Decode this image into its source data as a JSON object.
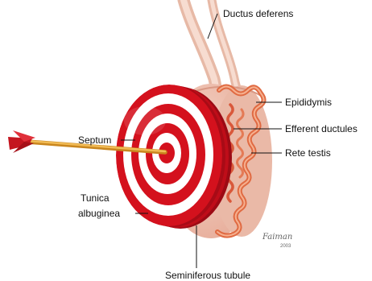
{
  "labels": {
    "ductus_deferens": "Ductus deferens",
    "epididymis": "Epididymis",
    "efferent_ductules": "Efferent ductules",
    "rete_testis": "Rete testis",
    "septum": "Septum",
    "tunica_line1": "Tunica",
    "tunica_line2": "albuginea",
    "seminiferous_tubule": "Seminiferous tubule"
  },
  "signature": {
    "name": "Faiman",
    "year": "2003"
  },
  "colors": {
    "target_red": "#d4111d",
    "target_white": "#ffffff",
    "arrow_shaft": "#e9a53a",
    "arrow_fletching": "#c4151f",
    "epididymis": "#e06a42",
    "tissue_pink": "#f1c6b6"
  }
}
